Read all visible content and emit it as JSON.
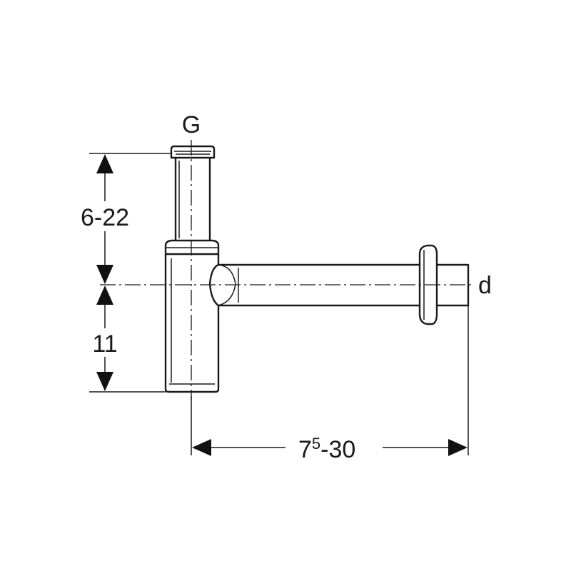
{
  "labels": {
    "g": "G",
    "d": "d",
    "height_upper": "6-22",
    "height_lower": "11",
    "length_base": "7",
    "length_sup": "5",
    "length_rest": "-30"
  },
  "colors": {
    "line": "#1a1a1a",
    "background": "#ffffff"
  }
}
